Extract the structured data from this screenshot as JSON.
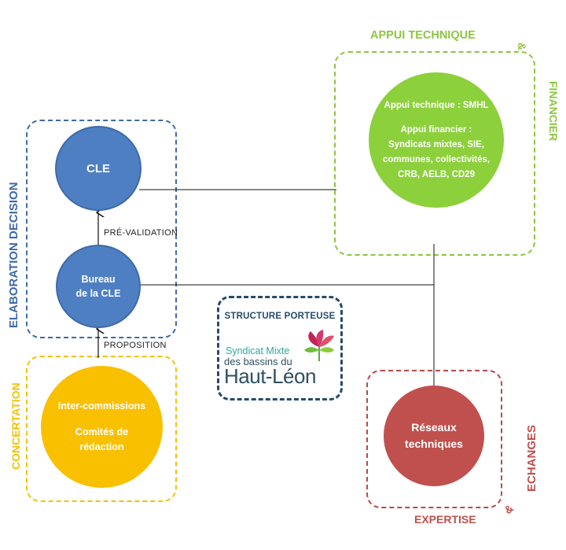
{
  "labels": {
    "elaboration": "ELABORATION DECISION",
    "concertation": "CONCERTATION",
    "appui_title": "APPUI TECHNIQUE",
    "amp1": "&",
    "financier": "FINANCIER",
    "echanges": "ECHANGES",
    "amp2": "&",
    "expertise": "EXPERTISE",
    "pre_validation": "PRÉ-VALIDATION",
    "proposition": "PROPOSITION",
    "structure_porteuse": "STRUCTURE PORTEUSE"
  },
  "nodes": {
    "cle": "CLE",
    "bureau_line1": "Bureau",
    "bureau_line2": "de la CLE",
    "inter_commissions": "Inter-commissions",
    "comites_line1": "Comités de",
    "comites_line2": "rédaction",
    "appui_technique": "Appui technique : SMHL",
    "appui_financier_title": "Appui financier :",
    "appui_financier_l1": "Syndicats mixtes, SIE,",
    "appui_financier_l2": "communes, collectivités,",
    "appui_financier_l3": "CRB, AELB, CD29",
    "reseaux_line1": "Réseaux",
    "reseaux_line2": "techniques"
  },
  "logo": {
    "line1": "Syndicat Mixte",
    "line2": "des bassins du",
    "line3": "Haut-Léon"
  },
  "colors": {
    "blue": "#4f7fc3",
    "blue_border": "#3e6aa8",
    "yellow": "#f9c000",
    "yellow_border": "#f2c200",
    "green": "#8cd03c",
    "green_border": "#8cc63f",
    "red": "#c0504d",
    "red_border": "#b94a48",
    "navy": "#264b6a",
    "teal": "#2aa8a0"
  }
}
